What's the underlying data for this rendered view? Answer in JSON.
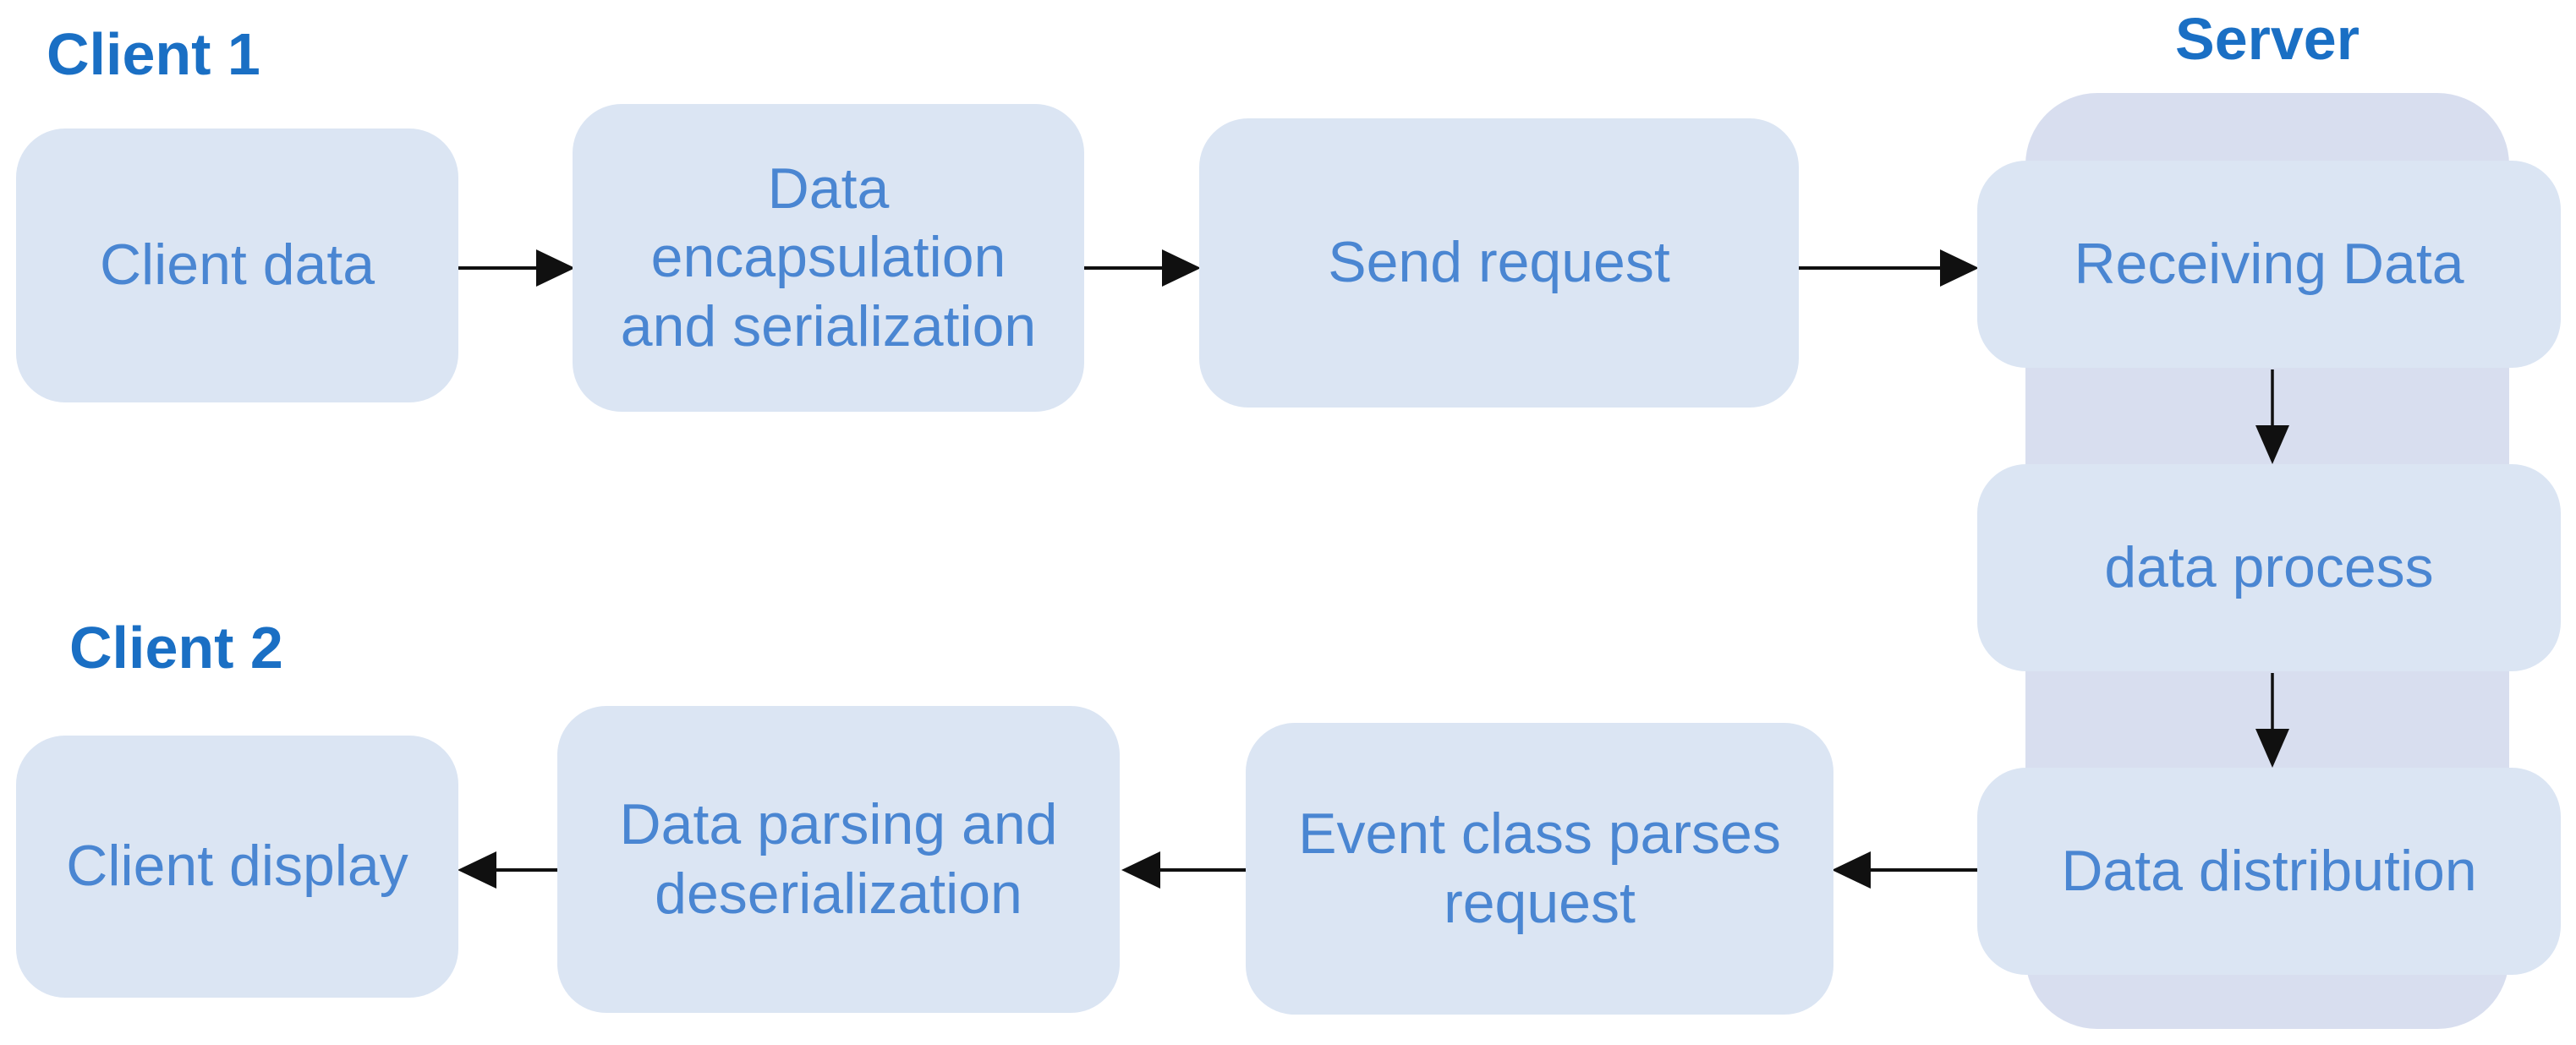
{
  "labels": {
    "client1": "Client 1",
    "client2": "Client 2",
    "server": "Server"
  },
  "nodes": {
    "client_data": {
      "label": "Client data"
    },
    "data_encapsulation": {
      "label": "Data encapsulation and serialization",
      "lines": [
        "Data",
        "encapsulation",
        "and serialization"
      ]
    },
    "send_request": {
      "label": "Send request"
    },
    "receiving_data": {
      "label": "Receiving Data"
    },
    "data_process": {
      "label": "data process"
    },
    "data_distribution": {
      "label": "Data distribution"
    },
    "event_class": {
      "label": "Event class parses request",
      "lines": [
        "Event class parses",
        "request"
      ]
    },
    "data_parsing": {
      "label": "Data parsing and deserialization",
      "lines": [
        "Data parsing and",
        "deserialization"
      ]
    },
    "client_display": {
      "label": "Client display"
    }
  },
  "edges": [
    {
      "from": "client_data",
      "to": "data_encapsulation",
      "direction": "right"
    },
    {
      "from": "data_encapsulation",
      "to": "send_request",
      "direction": "right"
    },
    {
      "from": "send_request",
      "to": "receiving_data",
      "direction": "right"
    },
    {
      "from": "receiving_data",
      "to": "data_process",
      "direction": "down"
    },
    {
      "from": "data_process",
      "to": "data_distribution",
      "direction": "down"
    },
    {
      "from": "data_distribution",
      "to": "event_class",
      "direction": "left"
    },
    {
      "from": "event_class",
      "to": "data_parsing",
      "direction": "left"
    },
    {
      "from": "data_parsing",
      "to": "client_display",
      "direction": "left"
    }
  ],
  "colors": {
    "node_fill": "#dbe5f3",
    "server_fill": "#d8deef",
    "node_text": "#4a86d2",
    "header_text": "#1a6fc4",
    "arrow": "#101010",
    "bg": "#ffffff"
  }
}
